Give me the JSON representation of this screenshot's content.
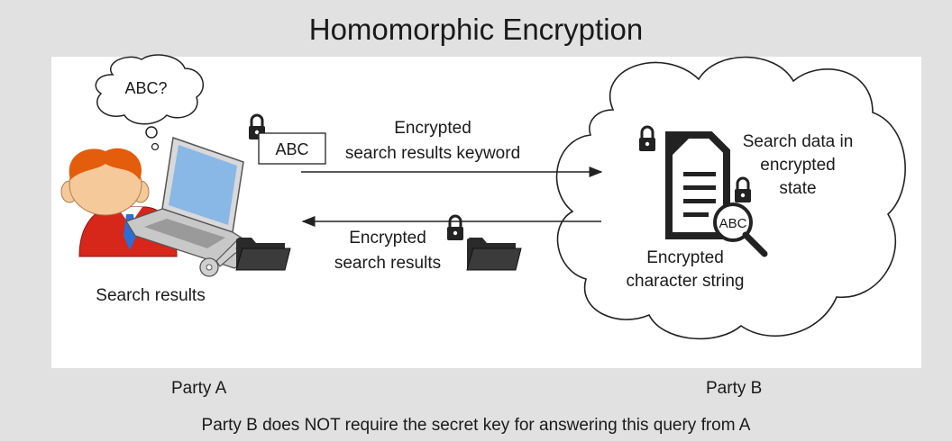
{
  "title": "Homomorphic Encryption",
  "thought": "ABC?",
  "keyword_box": "ABC",
  "magnifier_text": "ABC",
  "forward_label": [
    "Encrypted",
    "search results keyword"
  ],
  "return_label": [
    "Encrypted",
    "search results"
  ],
  "cloud_label": [
    "Search data in",
    "encrypted",
    "state"
  ],
  "doc_label": [
    "Encrypted",
    "character string"
  ],
  "search_results_label": "Search results",
  "party_a": "Party A",
  "party_b": "Party B",
  "footer": "Party B does NOT require the secret key for answering this query from A",
  "colors": {
    "background": "#e1e1e1",
    "panel": "#ffffff",
    "icon_dark": "#222222",
    "laptop_screen": "#8ab8e6",
    "hair": "#e35d0c",
    "skin": "#f6c99a",
    "shirt": "#d7261a",
    "tie": "#2a6fd6"
  },
  "icons": [
    "padlock-icon",
    "folder-icon",
    "document-icon",
    "magnifier-icon",
    "key-icon",
    "laptop-icon",
    "person-icon",
    "cloud-icon",
    "thought-bubble-icon"
  ]
}
